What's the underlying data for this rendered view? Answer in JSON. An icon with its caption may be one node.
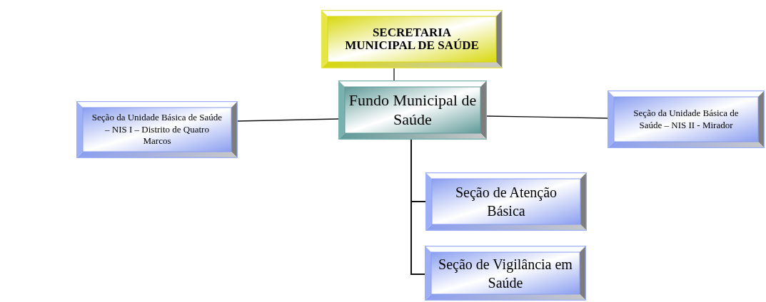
{
  "diagram": {
    "nodes": [
      {
        "text": [
          "SECRETARIA MUNICIPAL DE SAÚDE"
        ]
      },
      {
        "text": [
          "Fundo Municipal de Saúde"
        ]
      },
      {
        "text": [
          "Seção da Unidade Básica de Saúde – NIS I – Distrito de Quatro Marcos"
        ]
      },
      {
        "text": [
          "Seção da Unidade Básica de Saúde – NIS II - Mirador"
        ]
      },
      {
        "text": [
          "Seção de Atenção Básica"
        ]
      },
      {
        "text": [
          "Seção de Vigilância em Saúde"
        ]
      }
    ],
    "edges": [
      {
        "from": 0,
        "to": 1,
        "arrow": "none"
      },
      {
        "from": 1,
        "to": 2,
        "arrow": "none"
      },
      {
        "from": 1,
        "to": 3,
        "arrow": "none"
      },
      {
        "from": 1,
        "to": 4,
        "arrow": "none"
      },
      {
        "from": 1,
        "to": 5,
        "arrow": "none"
      }
    ]
  }
}
